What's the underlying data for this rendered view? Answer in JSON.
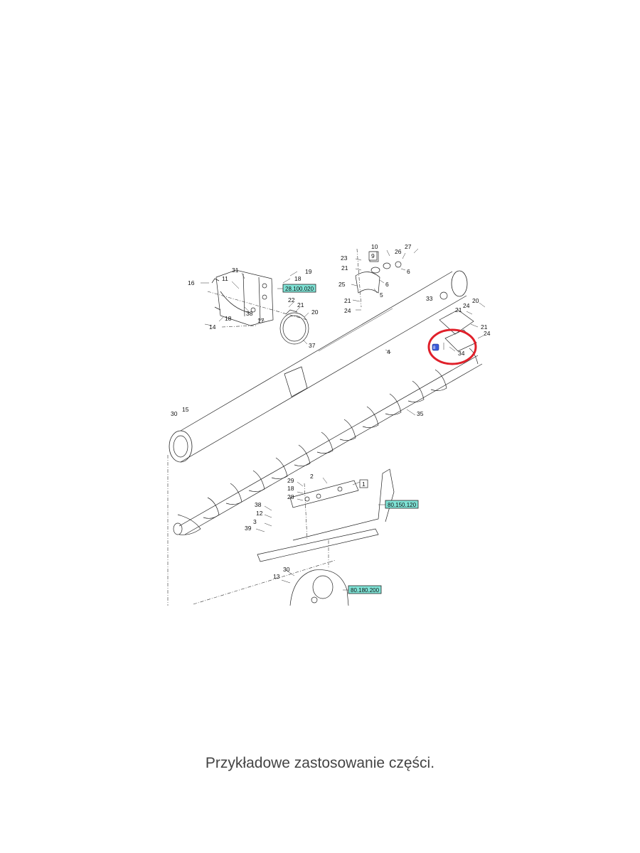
{
  "diagram": {
    "callouts": {
      "c16": "16",
      "c11": "11",
      "c31": "31",
      "c19": "19",
      "c18a": "18",
      "c38": "38",
      "c14": "14",
      "c18b": "18",
      "c22": "22",
      "c21a": "21",
      "c20a": "20",
      "c17": "17",
      "c37": "37",
      "c23": "23",
      "c21b": "21",
      "c25": "25",
      "c21c": "21",
      "c24a": "24",
      "c10": "10",
      "c9": "9",
      "c26": "26",
      "c27": "27",
      "c6a": "6",
      "c6b": "6",
      "c5": "5",
      "c33": "33",
      "c24b": "24",
      "c20b": "20",
      "c21d": "21",
      "c21e": "21",
      "c24c": "24",
      "c34": "34",
      "c4": "4",
      "c30a": "30",
      "c15": "15",
      "c35": "35",
      "c2": "2",
      "c1": "1",
      "c29": "29",
      "c18c": "18",
      "c28": "28",
      "c38b": "38",
      "c12": "12",
      "c3": "3",
      "c39": "39",
      "c30b": "30",
      "c13": "13",
      "c8": "8"
    },
    "refs": {
      "r1": "28.100.020",
      "r2": "80.150.120",
      "r3": "80.180.200"
    },
    "ref_color": "#7fe3d6",
    "highlight_color": "#e0202a",
    "marker_color": "#3a5bd9"
  },
  "caption": "Przykładowe zastosowanie części."
}
